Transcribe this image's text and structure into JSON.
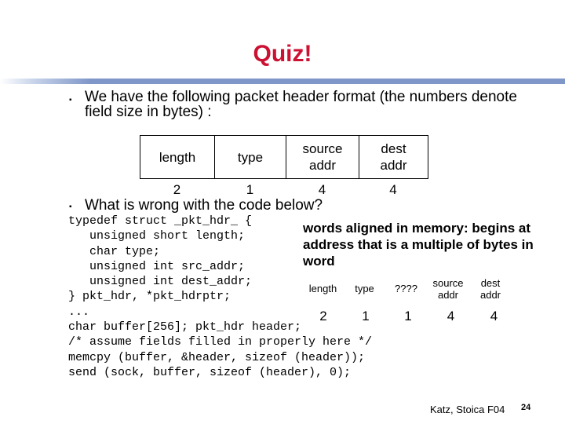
{
  "title": "Quiz!",
  "bullets": {
    "first": "We have the following packet header format (the numbers denote field size in bytes) :",
    "second": "What is wrong with the code below?"
  },
  "packet_format": {
    "fields": [
      "length",
      "type",
      "source\naddr",
      "dest\naddr"
    ],
    "sizes": [
      "2",
      "1",
      "4",
      "4"
    ]
  },
  "code": "typedef struct _pkt_hdr_ {\n   unsigned short length;\n   char type;\n   unsigned int src_addr;\n   unsigned int dest_addr;\n} pkt_hdr, *pkt_hdrptr;\n...\nchar buffer[256]; pkt_hdr header;\n/* assume fields filled in properly here */\nmemcpy (buffer, &header, sizeof (header));\nsend (sock, buffer, sizeof (header), 0);",
  "note": "words aligned in memory: begins at address that is a multiple of bytes in word",
  "aligned_format": {
    "fields": [
      "length",
      "type",
      "????",
      "source\naddr",
      "dest\naddr"
    ],
    "sizes": [
      "2",
      "1",
      "1",
      "4",
      "4"
    ]
  },
  "footer": {
    "credit": "Katz, Stoica F04",
    "page": "24"
  }
}
